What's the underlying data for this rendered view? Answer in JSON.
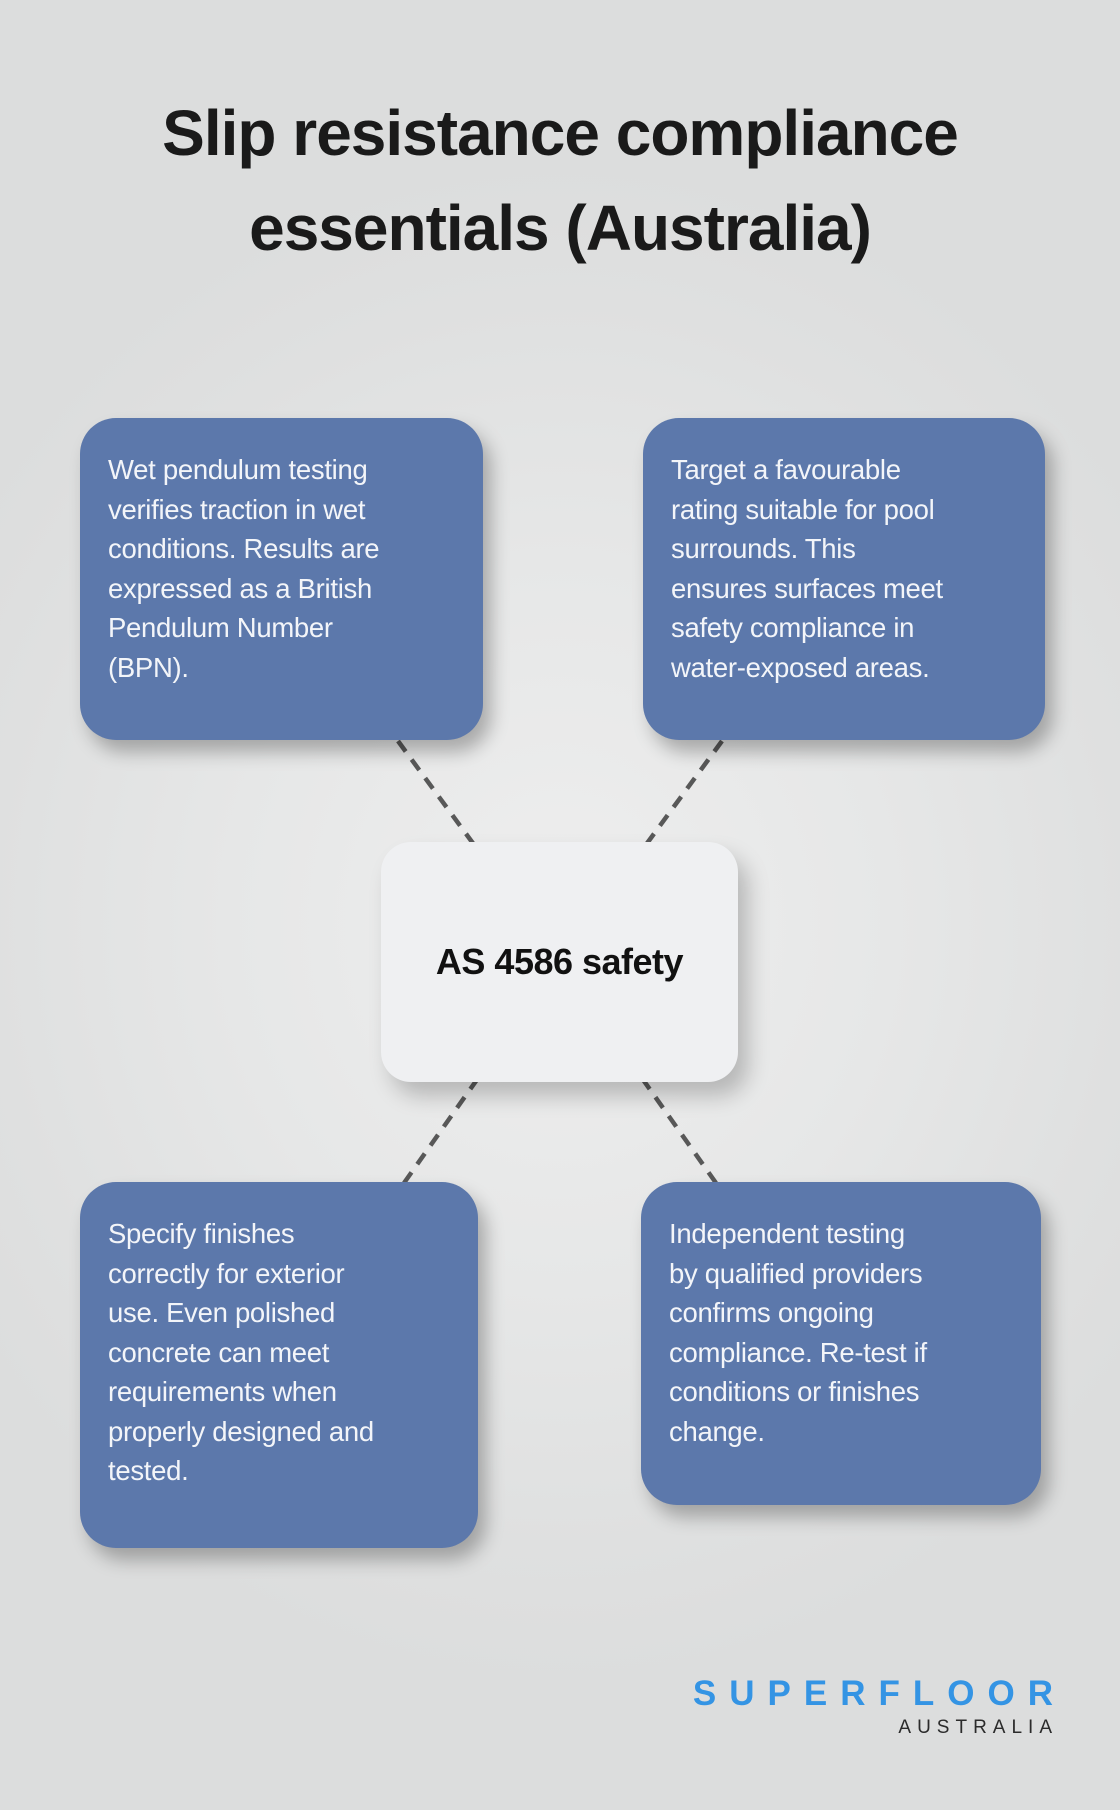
{
  "header": {
    "title": "Slip resistance compliance\nessentials (Australia)"
  },
  "diagram": {
    "center": {
      "label": "AS 4586 safety"
    },
    "nodes": [
      {
        "position": "top-left",
        "text": "Wet pendulum testing\nverifies traction in wet\nconditions. Results are\nexpressed as a British\nPendulum Number\n(BPN)."
      },
      {
        "position": "top-right",
        "text": "Target a favourable\nrating suitable for pool\nsurrounds. This\nensures surfaces meet\nsafety compliance in\nwater-exposed areas."
      },
      {
        "position": "bottom-left",
        "text": "Specify finishes\ncorrectly for exterior\nuse. Even polished\nconcrete can meet\nrequirements when\nproperly designed and\ntested."
      },
      {
        "position": "bottom-right",
        "text": "Independent testing\nby qualified providers\nconfirms ongoing\ncompliance. Re-test if\nconditions or finishes\nchange."
      }
    ],
    "connector_style": "dashed",
    "colors": {
      "node_fill": "#5c78ab",
      "node_text": "#f3f5f9",
      "center_fill": "#eff0f2",
      "center_text": "#111111",
      "connector": "#585858",
      "background": "#dfe0e0",
      "title_text": "#1a1a1a"
    }
  },
  "footer": {
    "logo": {
      "brand": "SUPERFLOOR",
      "region": "AUSTRALIA",
      "brand_color": "#3494e4",
      "region_color": "#2b2b2b"
    }
  }
}
